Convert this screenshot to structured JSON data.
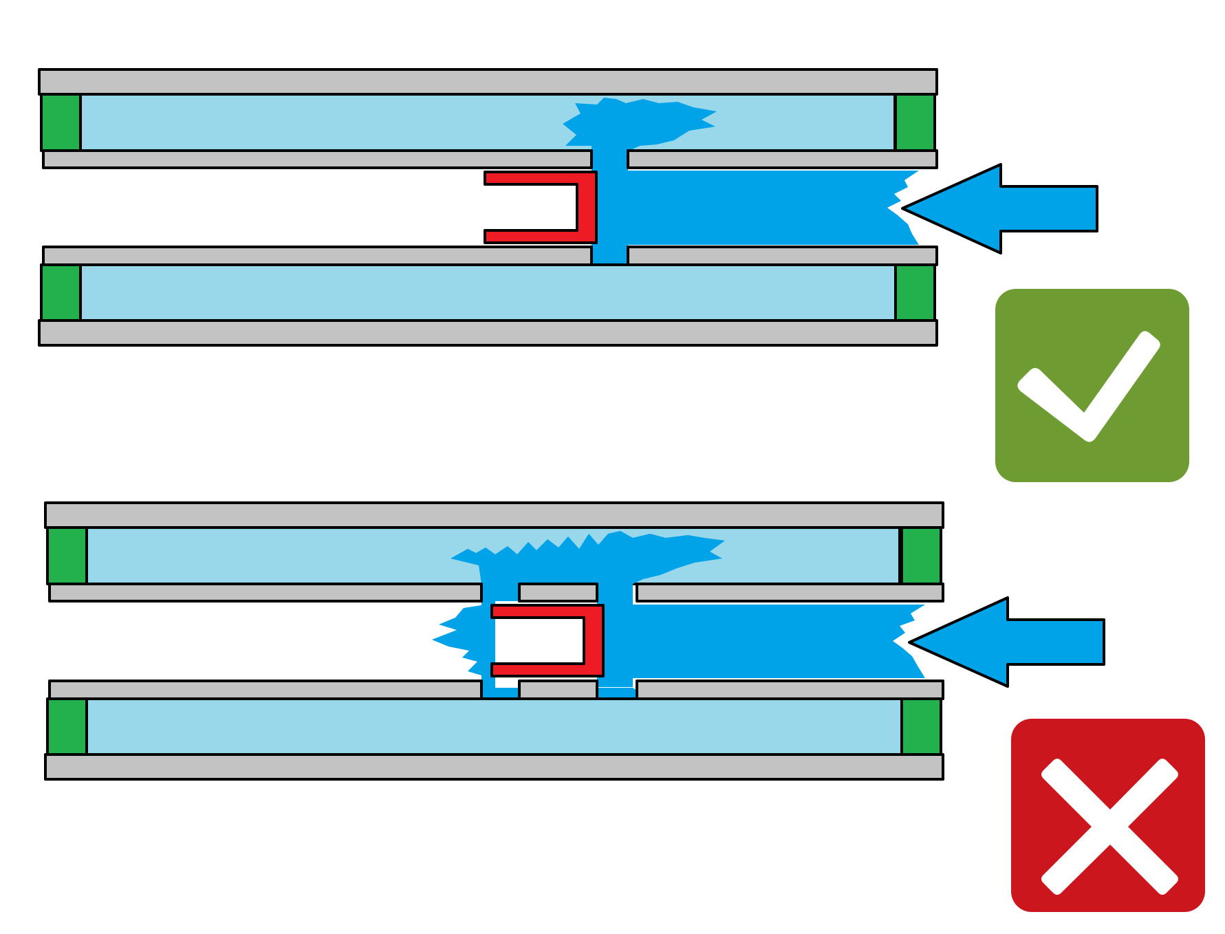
{
  "colors": {
    "background": "#ffffff",
    "glass": "#c3c3c3",
    "cavity": "#99d8ea",
    "spacer": "#22b14c",
    "water": "#00a2e8",
    "clip": "#ed1c24",
    "outline": "#000000",
    "ok_badge": "#6f9b33",
    "fail_badge": "#cc161d",
    "badge_mark": "#ffffff"
  },
  "scenarios": [
    {
      "id": "correct",
      "verdict": "correct",
      "badge_icon": "check-mark-icon"
    },
    {
      "id": "incorrect",
      "verdict": "incorrect",
      "badge_icon": "cross-mark-icon"
    }
  ],
  "icons": {
    "flow_arrow": "arrow-left-icon",
    "check": "check-mark-icon",
    "cross": "cross-mark-icon"
  }
}
